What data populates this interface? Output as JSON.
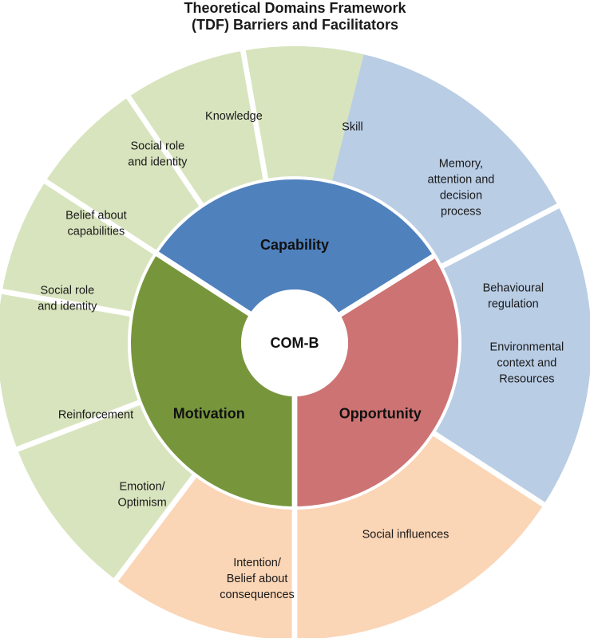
{
  "title": {
    "line1": "Theoretical Domains Framework",
    "line2": "(TDF) Barriers and Facilitators"
  },
  "center": {
    "label": "COM-B"
  },
  "colors": {
    "capability_core": "#4f81bd",
    "capability_outer": "#b9cde5",
    "opportunity_core": "#cd7373",
    "opportunity_outer": "#fad5b6",
    "motivation_core": "#77963c",
    "motivation_outer": "#d8e4be",
    "separator": "#ffffff"
  },
  "core": [
    {
      "label": "Capability"
    },
    {
      "label": "Opportunity"
    },
    {
      "label": "Motivation"
    }
  ],
  "domains": [
    {
      "group": "capability",
      "lines": [
        "Skill"
      ]
    },
    {
      "group": "capability",
      "lines": [
        "Memory,",
        "attention and",
        "decision",
        "process"
      ]
    },
    {
      "group": "capability",
      "lines": [
        "Behavioural",
        "regulation"
      ]
    },
    {
      "group": "opportunity",
      "lines": [
        "Environmental",
        "context and",
        "Resources"
      ]
    },
    {
      "group": "opportunity",
      "lines": [
        "Social influences"
      ]
    },
    {
      "group": "motivation",
      "lines": [
        "Intention/",
        "Belief about",
        "consequences"
      ]
    },
    {
      "group": "motivation",
      "lines": [
        "Emotion/",
        "Optimism"
      ]
    },
    {
      "group": "motivation",
      "lines": [
        "Reinforcement"
      ]
    },
    {
      "group": "motivation",
      "lines": [
        "Social role",
        "and identity"
      ]
    },
    {
      "group": "motivation",
      "lines": [
        "Belief about",
        "capabilities"
      ]
    },
    {
      "group": "motivation",
      "lines": [
        "Social role",
        "and identity"
      ]
    },
    {
      "group": "capability",
      "lines": [
        "Knowledge"
      ]
    }
  ]
}
